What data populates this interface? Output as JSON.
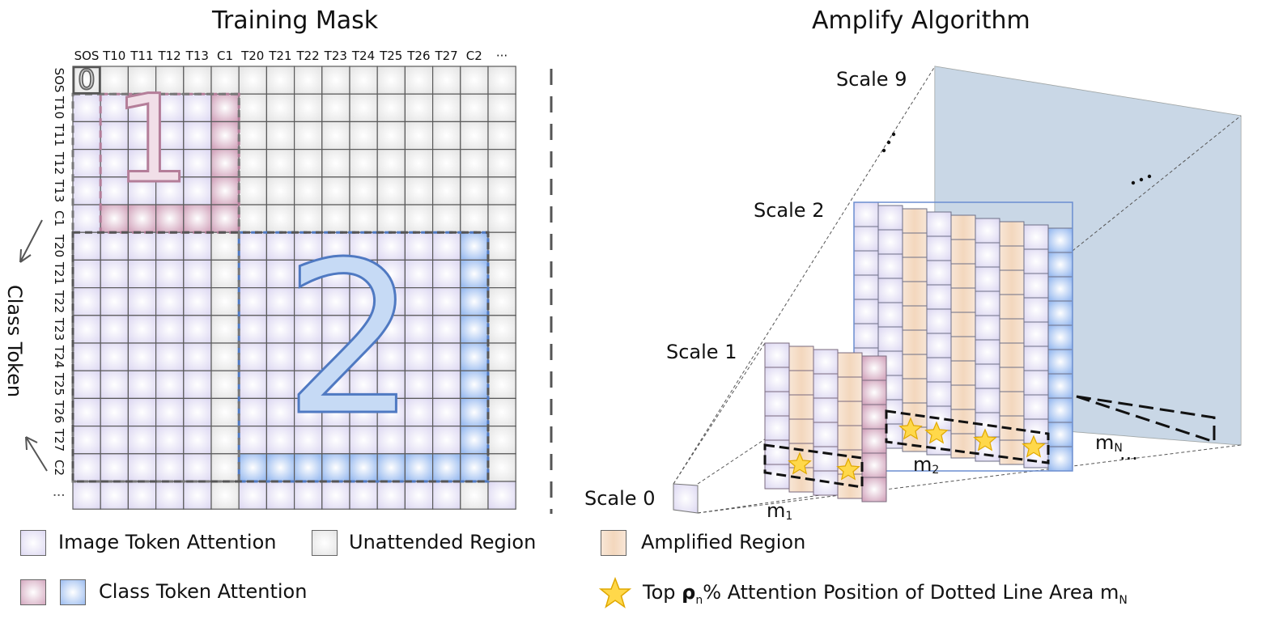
{
  "left": {
    "title": "Training Mask",
    "col_headers": [
      "SOS",
      "T10",
      "T11",
      "T12",
      "T13",
      "C1",
      "T20",
      "T21",
      "T22",
      "T23",
      "T24",
      "T25",
      "T26",
      "T27",
      "C2",
      "···"
    ],
    "row_headers": [
      "SOS",
      "T10",
      "T11",
      "T12",
      "T13",
      "C1",
      "T20",
      "T21",
      "T22",
      "T23",
      "T24",
      "T25",
      "T26",
      "T27",
      "C2",
      "⋮"
    ],
    "cell_zero": "0",
    "region_1": "1",
    "region_2": "2",
    "side_label": "Class Token"
  },
  "right": {
    "title": "Amplify Algorithm",
    "scales": [
      "Scale 9",
      "Scale 2",
      "Scale 1",
      "Scale 0"
    ],
    "m_labels": [
      {
        "base": "m",
        "sub": "1"
      },
      {
        "base": "m",
        "sub": "2"
      },
      {
        "base": "m",
        "sub": "N"
      }
    ],
    "dots": "···"
  },
  "legend": {
    "image_token": "Image Token Attention",
    "unattended": "Unattended Region",
    "amplified": "Amplified Region",
    "class_token": "Class Token Attention",
    "top_prefix": "Top ",
    "rho": "ρ",
    "rho_sub": "n",
    "top_suffix": "% Attention Position of Dotted Line Area ",
    "m_base": "m",
    "m_sub": "N"
  },
  "colors": {
    "image_cell": "#e4e0f4",
    "unattended_cell": "#efefef",
    "amplified_cell": "#f6dcc4",
    "class_pink": "#d9b3c6",
    "class_blue": "#a9c4ef",
    "pink_border": "#b57e98",
    "blue_border": "#4f79c2"
  }
}
